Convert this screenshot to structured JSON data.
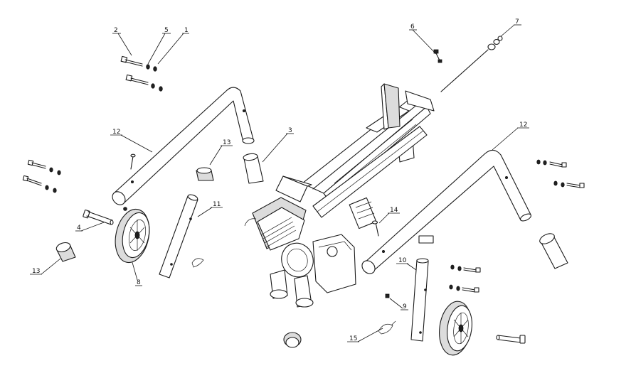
{
  "callouts": [
    {
      "id": "c2a",
      "text": "2"
    },
    {
      "id": "c5",
      "text": "5"
    },
    {
      "id": "c1",
      "text": "1"
    },
    {
      "id": "c6",
      "text": "6"
    },
    {
      "id": "c7",
      "text": "7"
    },
    {
      "id": "c12a",
      "text": "12"
    },
    {
      "id": "c13a",
      "text": "13"
    },
    {
      "id": "c3",
      "text": "3"
    },
    {
      "id": "c12b",
      "text": "12"
    },
    {
      "id": "c11",
      "text": "11"
    },
    {
      "id": "c4",
      "text": "4"
    },
    {
      "id": "c14",
      "text": "14"
    },
    {
      "id": "c13b",
      "text": "13"
    },
    {
      "id": "c8",
      "text": "8"
    },
    {
      "id": "c10",
      "text": "10"
    },
    {
      "id": "c9",
      "text": "9"
    },
    {
      "id": "c15",
      "text": "15"
    }
  ]
}
